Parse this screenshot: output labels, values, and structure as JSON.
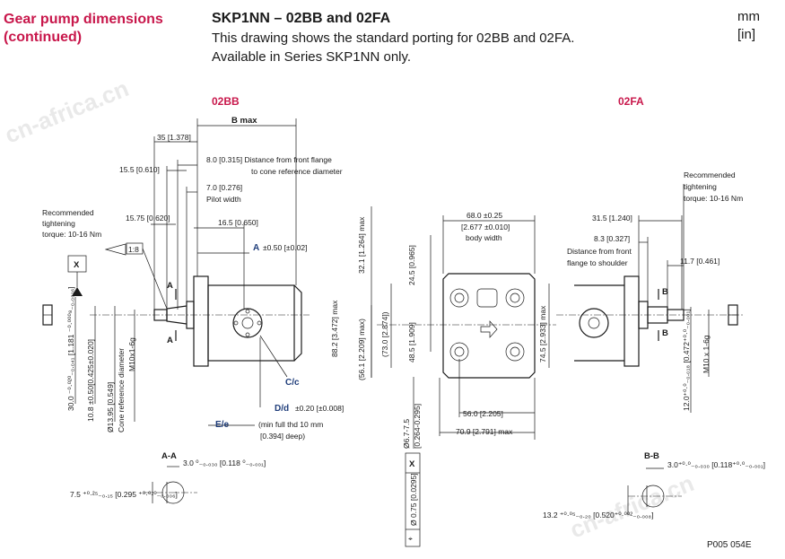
{
  "header": {
    "section_line1": "Gear pump dimensions",
    "section_line2": "(continued)",
    "title": "SKP1NN – 02BB and 02FA",
    "desc_line1": "This drawing shows the standard porting for 02BB and 02FA.",
    "desc_line2": "Available in Series SKP1NN only.",
    "unit_mm": "mm",
    "unit_in": "[in]"
  },
  "views": {
    "bb_title": "02BB",
    "fa_title": "02FA"
  },
  "bb": {
    "b_max": "B max",
    "d35": "35 [1.378]",
    "d15_5": "15.5 [0.610]",
    "d8": "8.0 [0.315]  Distance from front flange",
    "d8_2": "to cone reference diameter",
    "d7": "7.0 [0.276]",
    "pilot": "Pilot width",
    "d15_75": "15.75 [0.620]",
    "d16_5": "16.5 [0.650]",
    "a_label": "A",
    "a_tol": "±0.50 [±0.02]",
    "torque1": "Recommended",
    "torque2": "tightening",
    "torque3": "torque: 10-16 Nm",
    "taper": "1:8",
    "x_box": "X",
    "sect_a": "A",
    "v30": "30.0 ⁻⁰·⁰²⁰₋₀.₀₄₁ [1.181 ⁻⁰·⁰⁰⁰⁸₋₀.₀₀₁₆]",
    "v10_8": "10.8 ±0.50[0.425±0.020]",
    "v13_95": "Ø13.95 [0.549]",
    "v_cone": "Cone reference diameter",
    "v_m10": "M10x1-6g",
    "c_label": "C/c",
    "d_label": "D/d",
    "d_tol": "±0.20 [±0.008]",
    "e_label": "E/e",
    "thd1": "(min full thd 10 mm",
    "thd2": "[0.394] deep)"
  },
  "front": {
    "w68": "68.0 ±0.25",
    "w68_in": "[2.677 ±0.010]",
    "body_width": "body width",
    "h32": "32.1 [1.264] max",
    "h24": "24.5 [0.965]",
    "h88": "88.2 [3.472] max",
    "h73": "(73.0 [2.874])",
    "h56": "(56.1 [2.209] max)",
    "h48": "48.5 [1.909]",
    "h74": "74.5 [2.933] max",
    "w56": "56.0 [2.205]",
    "w70": "70.9 [2.791] max",
    "hole": "Ø6.7-7.5",
    "hole_in": "[0.264-0.295]",
    "tol_sym": "⌖",
    "tol_val": "Ø 0.75 [0.0295]",
    "tol_x": "X"
  },
  "fa": {
    "torque1": "Recommended",
    "torque2": "tightening",
    "torque3": "torque: 10-16 Nm",
    "d31": "31.5 [1.240]",
    "d8_3": "8.3 [0.327]",
    "shoulder1": "Distance from front",
    "shoulder2": "flange to shoulder",
    "d11_7": "11.7 [0.461]",
    "sect_b": "B",
    "v12": "12.0⁺⁰·⁰₋₀.₀₁₈ [0.472⁺⁰·⁰₋₀.₀₀₁]",
    "v_m10": "M10 x 1-6g"
  },
  "sections": {
    "aa_title": "A-A",
    "aa_3": "3.0 ⁰₋₀.₀₃₀ [0.118 ⁰₋₀.₀₀₁]",
    "aa_7": "7.5 ⁺⁰·²⁵₋₀.₁₅ [0.295 ⁺⁰·⁰¹⁰₋₀.₀₀₆]",
    "bb_title": "B-B",
    "bb_3": "3.0⁺⁰·⁰₋₀.₀₃₀ [0.118⁺⁰·⁰₋₀.₀₀₁]",
    "bb_13": "13.2 ⁺⁰·⁰⁵₋₀.₂₀ [0.520⁺⁰·⁰⁰²₋₀.₀₀₈]"
  },
  "footer": {
    "code": "P005 054E"
  },
  "watermark": {
    "text": "cn-africa.cn"
  },
  "colors": {
    "accent": "#c8174b",
    "dimension_blue": "#1f3d7a",
    "line": "#1a1a1a"
  }
}
